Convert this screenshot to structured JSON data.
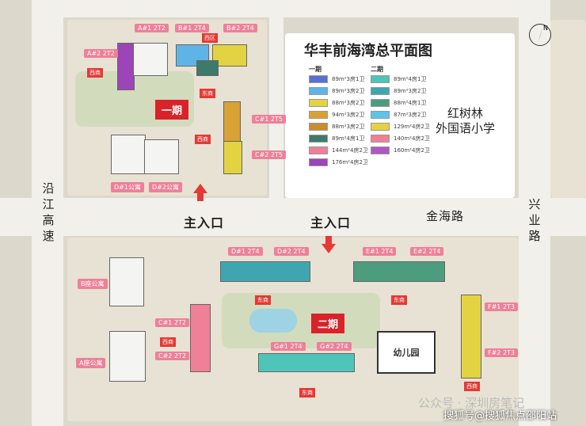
{
  "title": "华丰前海湾总平面图",
  "legend": {
    "phase1_header": "一期",
    "phase2_header": "二期",
    "phase1": [
      {
        "label": "89m²3房1卫",
        "color": "#5b6fd3"
      },
      {
        "label": "89m²3房2卫",
        "color": "#5fb4e6"
      },
      {
        "label": "88m²3房2卫",
        "color": "#e3d343"
      },
      {
        "label": "94m²3房2卫",
        "color": "#d9a235"
      },
      {
        "label": "88m²3房2卫",
        "color": "#ca8c2e"
      },
      {
        "label": "89m²4房1卫",
        "color": "#3d7a6a"
      },
      {
        "label": "144m²4房2卫",
        "color": "#f07f98"
      },
      {
        "label": "176m²4房2卫",
        "color": "#9c45b8"
      }
    ],
    "phase2": [
      {
        "label": "89m²4房1卫",
        "color": "#4fc4b8"
      },
      {
        "label": "89m²3房2卫",
        "color": "#3fa6b0"
      },
      {
        "label": "88m²4房1卫",
        "color": "#4c9c7e"
      },
      {
        "label": "87m²3房2卫",
        "color": "#5fc3ea"
      },
      {
        "label": "129m²4房2卫",
        "color": "#e3d343"
      },
      {
        "label": "140m²4房2卫",
        "color": "#f07f98"
      },
      {
        "label": "160m²4房2卫",
        "color": "#b057c4"
      }
    ]
  },
  "school": {
    "line1": "红树林",
    "line2": "外国语小学"
  },
  "roads": {
    "left": [
      "沿",
      "江",
      "高",
      "速"
    ],
    "right": [
      "兴",
      "业",
      "路"
    ],
    "middle": "金海路"
  },
  "entrances": {
    "left": "主入口",
    "right": "主入口"
  },
  "phases": {
    "p1": "一期",
    "p2": "二期"
  },
  "kindergarten": "幼儿园",
  "compass": "N",
  "building_labels": {
    "a1": "A#1 2T2",
    "b1": "B#1 2T4",
    "b2": "B#2 2T4",
    "a2": "A#2 2T2",
    "c1": "C#1 2T5",
    "c2": "C#2 2T5",
    "d1": "D#1公寓",
    "d2": "D#2公寓",
    "p2_d1": "D#1 2T4",
    "p2_d2": "D#2 2T4",
    "p2_e1": "E#1 2T4",
    "p2_e2": "E#2 2T4",
    "p2_c1": "C#1 2T2",
    "p2_c2": "C#2 2T2",
    "p2_g1": "G#1 2T4",
    "p2_g2": "G#2 2T4",
    "p2_f1": "F#1 2T3",
    "p2_f2": "F#2 2T3",
    "p2_b": "B座公寓",
    "p2_a": "A座公寓"
  },
  "tags": {
    "west1": "西区",
    "west_mid": "西商",
    "east1": "东商",
    "west_c": "西商",
    "east_d": "东商",
    "east_e": "东商",
    "west_c2": "西商",
    "east_g": "东商",
    "west_g": "西商"
  },
  "watermark1": "公众号 · 深圳房笔记",
  "watermark2": "搜狐号@搜狐焦点邵阳站"
}
